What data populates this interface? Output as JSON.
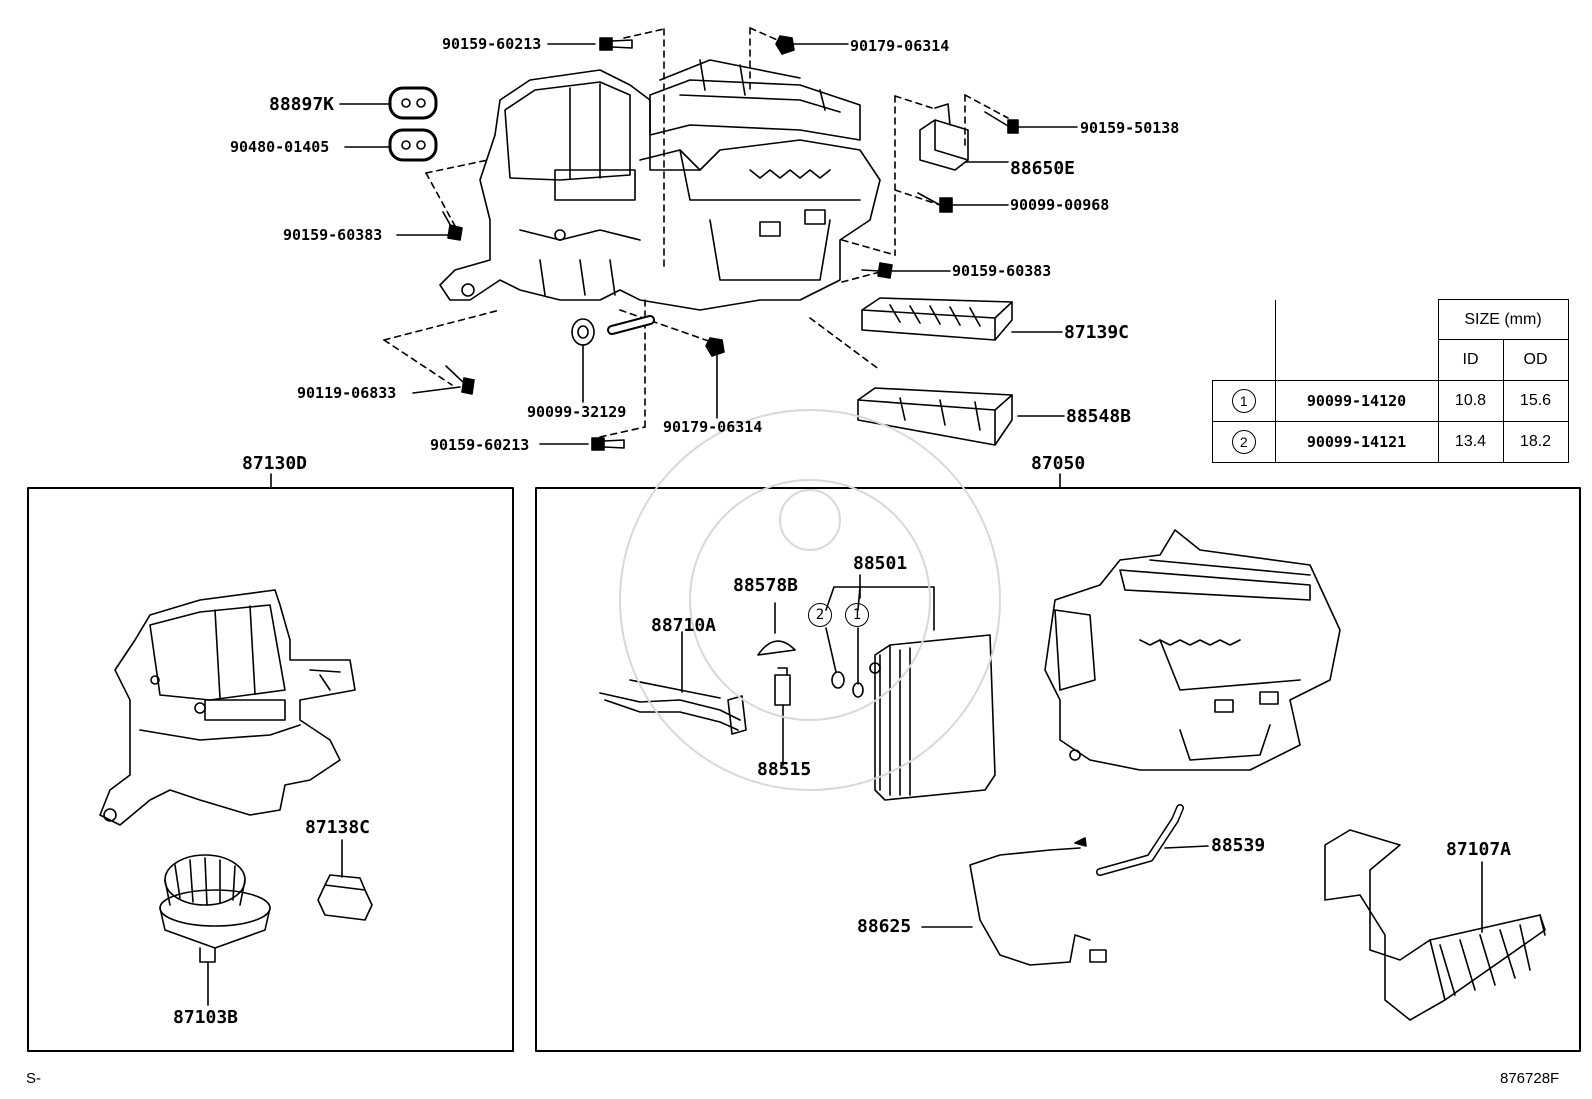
{
  "labels": {
    "p90159_60213_top": "90159-60213",
    "p88897k": "88897K",
    "p90480_01405": "90480-01405",
    "p90159_60383_left": "90159-60383",
    "p90119_06833": "90119-06833",
    "p90099_32129": "90099-32129",
    "p90179_06314_bottom": "90179-06314",
    "p90159_60213_bottom": "90159-60213",
    "p90179_06314_top": "90179-06314",
    "p90159_50138": "90159-50138",
    "p88650e": "88650E",
    "p90099_00968": "90099-00968",
    "p90159_60383_right": "90159-60383",
    "p87139c": "87139C",
    "p88548b": "88548B",
    "p87130d": "87130D",
    "p87050": "87050",
    "p88501": "88501",
    "p88578b": "88578B",
    "p88710a": "88710A",
    "p88515": "88515",
    "p88539": "88539",
    "p88625": "88625",
    "p87107a": "87107A",
    "p87138c": "87138C",
    "p87103b": "87103B",
    "circle_1": "1",
    "circle_2": "2"
  },
  "size_table": {
    "header": "SIZE (mm)",
    "col_id": "ID",
    "col_od": "OD",
    "rows": [
      {
        "ref": "1",
        "part": "90099-14120",
        "id": "10.8",
        "od": "15.6"
      },
      {
        "ref": "2",
        "part": "90099-14121",
        "id": "13.4",
        "od": "18.2"
      }
    ]
  },
  "footer": {
    "left": "S-",
    "right": "876728F"
  }
}
